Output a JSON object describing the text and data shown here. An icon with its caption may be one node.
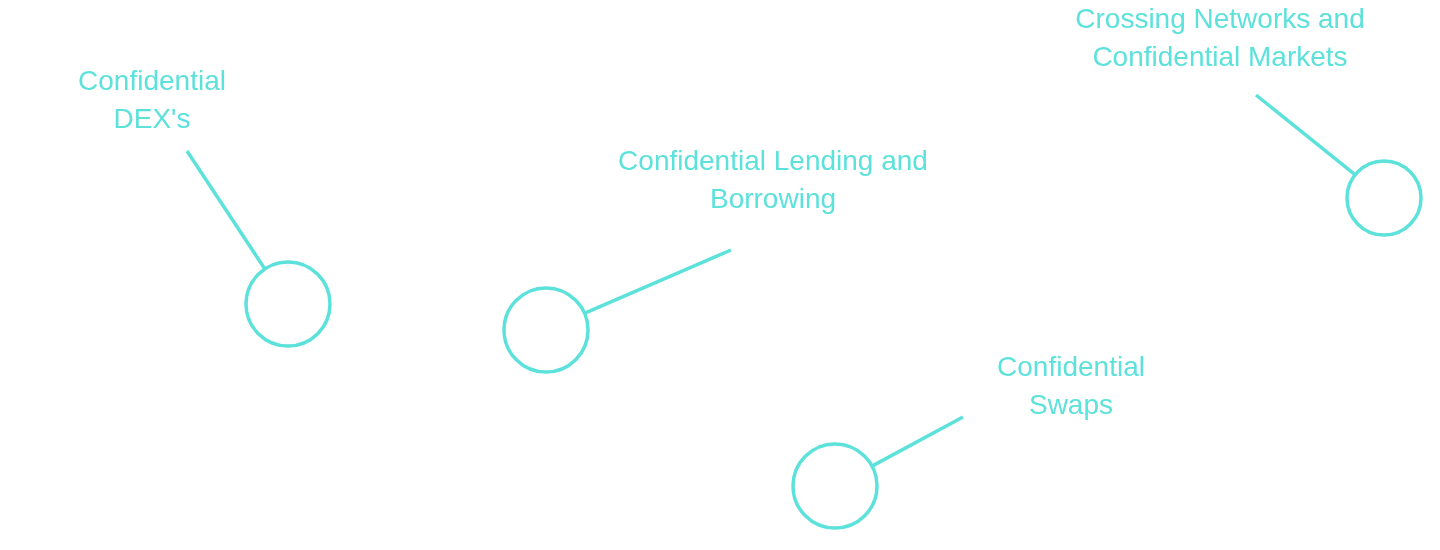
{
  "diagram": {
    "nodes": [
      {
        "text": [
          "Crossing Networks and Confidential Markets"
        ]
      },
      {
        "text": [
          "Confidential DEX's"
        ]
      },
      {
        "text": [
          "Confidential Lending and Borrowing"
        ]
      },
      {
        "text": [
          "Confidential Swaps"
        ]
      },
      {
        "text": [],
        "shape": "circle"
      },
      {
        "text": [],
        "shape": "circle"
      },
      {
        "text": [],
        "shape": "circle"
      },
      {
        "text": [],
        "shape": "circle"
      }
    ],
    "edges": [
      {
        "from": 1,
        "to": 4,
        "arrow": "none"
      },
      {
        "from": 2,
        "to": 5,
        "arrow": "none"
      },
      {
        "from": 3,
        "to": 6,
        "arrow": "none"
      },
      {
        "from": 0,
        "to": 7,
        "arrow": "none"
      }
    ]
  }
}
